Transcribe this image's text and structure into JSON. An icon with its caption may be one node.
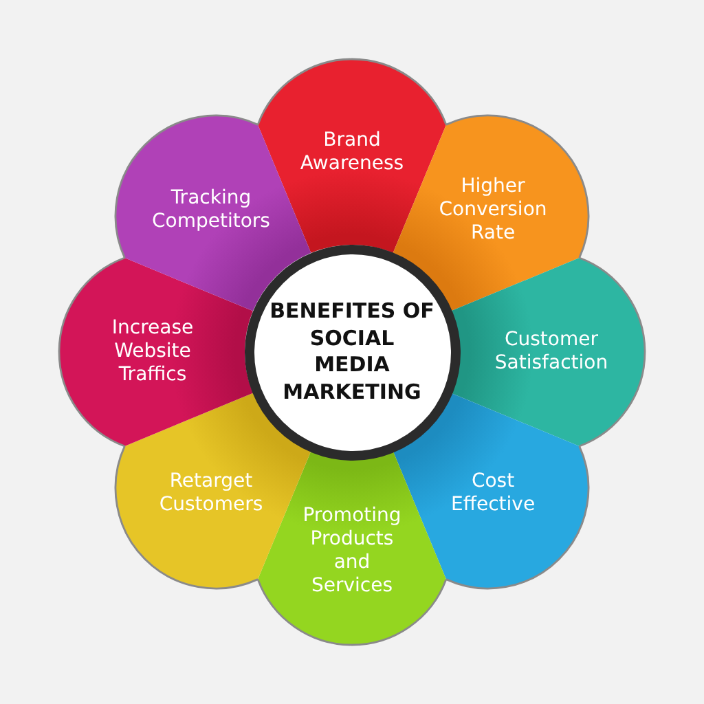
{
  "diagram": {
    "nodes": [
      {
        "text": [
          "BENEFITES OF SOCIAL MEDIA MARKETING"
        ]
      },
      {
        "text": [
          "Brand Awareness"
        ]
      },
      {
        "text": [
          "Higher Conversion Rate"
        ]
      },
      {
        "text": [
          "Customer Satisfaction"
        ]
      },
      {
        "text": [
          "Cost Effective"
        ]
      },
      {
        "text": [
          "Promoting Products and Services"
        ]
      },
      {
        "text": [
          "Retarget Customers"
        ]
      },
      {
        "text": [
          "Increase Website Traffics"
        ]
      },
      {
        "text": [
          "Tracking Competitors"
        ]
      }
    ]
  }
}
